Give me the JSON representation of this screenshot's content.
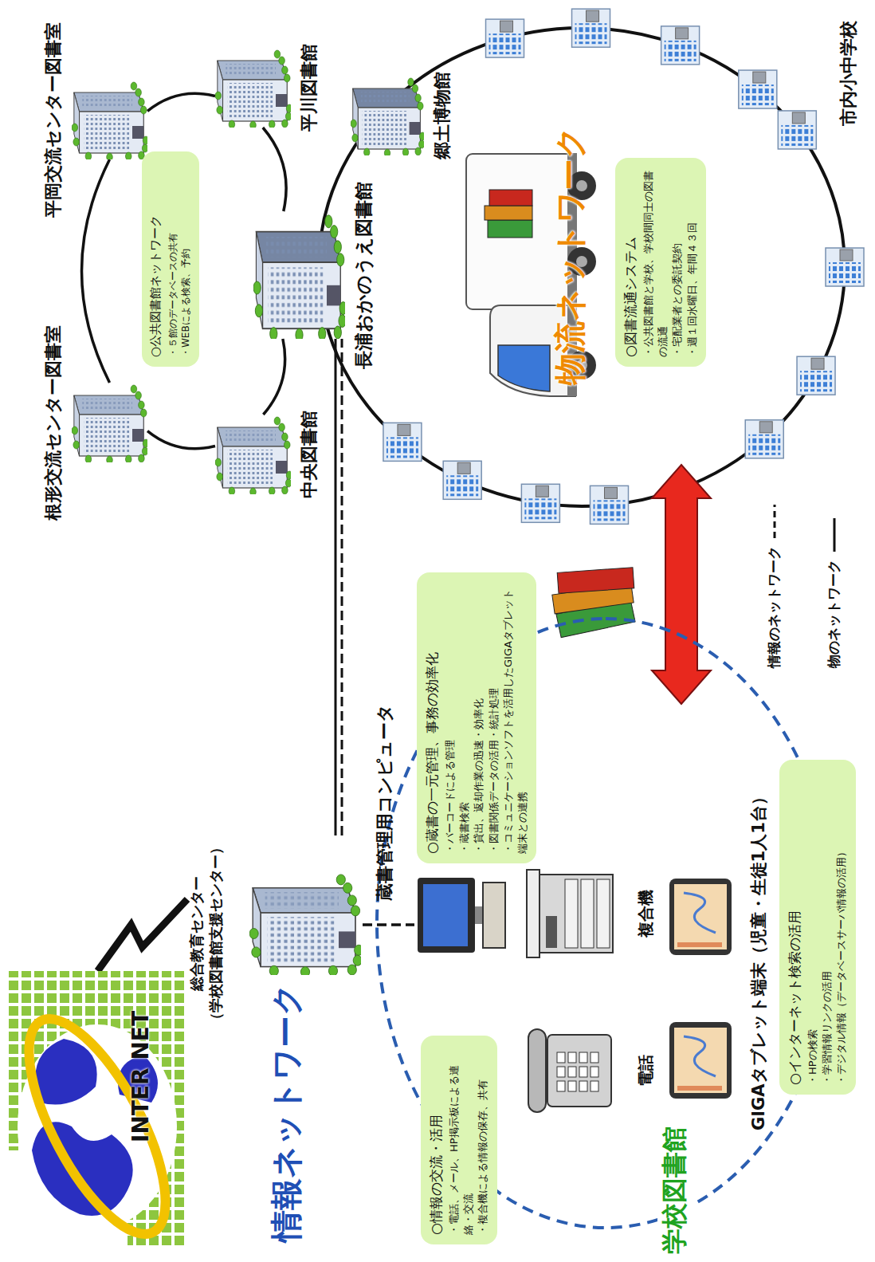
{
  "diagram": {
    "nodes": [
      {
        "text": [
          "INTER NET"
        ]
      },
      {
        "text": [
          "総合教育センター",
          "（学校図書館支援センター）"
        ]
      },
      {
        "text": [
          "学校図書館"
        ]
      },
      {
        "text": [
          "○情報の交流・活用",
          "・電話、メール、HP掲示板による連絡・交流",
          "・複合機による情報の保存、共有"
        ],
        "in": 2
      },
      {
        "text": [
          "電話"
        ],
        "in": 2
      },
      {
        "text": [
          "複合機"
        ],
        "in": 2
      },
      {
        "text": [
          "蔵書管理用コンピュータ"
        ],
        "in": 2
      },
      {
        "text": [
          "○蔵書の一元管理、事務の効率化",
          "・バーコードによる管理",
          "・蔵書検索",
          "・貸出、返却作業の迅速・効率化",
          "・図書関係データの活用・統計処理",
          "・コミュニケーションソフトを活用したGIGAタブレット端末との連携"
        ],
        "in": 2
      },
      {
        "text": [
          "GIGAタブレット端末（児童・生徒1人1台）"
        ],
        "in": 2
      },
      {
        "text": [
          "○インターネット検索の活用",
          "・HPの検索",
          "・学習情報リンクの活用",
          "・デジタル情報（データベースサーバ情報の活用）"
        ],
        "in": 2
      },
      {
        "text": [
          "平岡交流センター図書室"
        ]
      },
      {
        "text": [
          "根形交流センター図書室"
        ]
      },
      {
        "text": [
          "平川図書館"
        ]
      },
      {
        "text": [
          "長浦おかのうえ図書館"
        ]
      },
      {
        "text": [
          "中央図書館"
        ]
      },
      {
        "text": [
          "○公共図書館ネットワーク",
          "・５館のデータベースの共有",
          "・WEBによる検索、予約"
        ]
      },
      {
        "text": [
          "郷土博物館"
        ]
      },
      {
        "text": [
          "○図書流通システム",
          "・公共図書館と学校、学校間同士の図書の流通",
          "・宅配業者との委託契約",
          "・週１回水曜日、年間４３回"
        ]
      }
    ],
    "edges": [
      {
        "from": 0,
        "to": 1,
        "arrow": "none"
      },
      {
        "from": 1,
        "to": 13,
        "arrow": "none"
      },
      {
        "from": 1,
        "to": 6,
        "arrow": "none"
      },
      {
        "from": 11,
        "to": 10,
        "arrow": "none"
      },
      {
        "from": 10,
        "to": 12,
        "arrow": "none"
      },
      {
        "from": 12,
        "to": 13,
        "arrow": "none"
      },
      {
        "from": 13,
        "to": 14,
        "arrow": "none"
      },
      {
        "from": 14,
        "to": 11,
        "arrow": "none"
      }
    ],
    "labels": [
      "情報ネットワーク",
      "物流ネットワーク",
      "市内小中学校"
    ],
    "legend": [
      {
        "text": "情報のネットワーク"
      },
      {
        "text": "物のネットワーク"
      }
    ]
  }
}
